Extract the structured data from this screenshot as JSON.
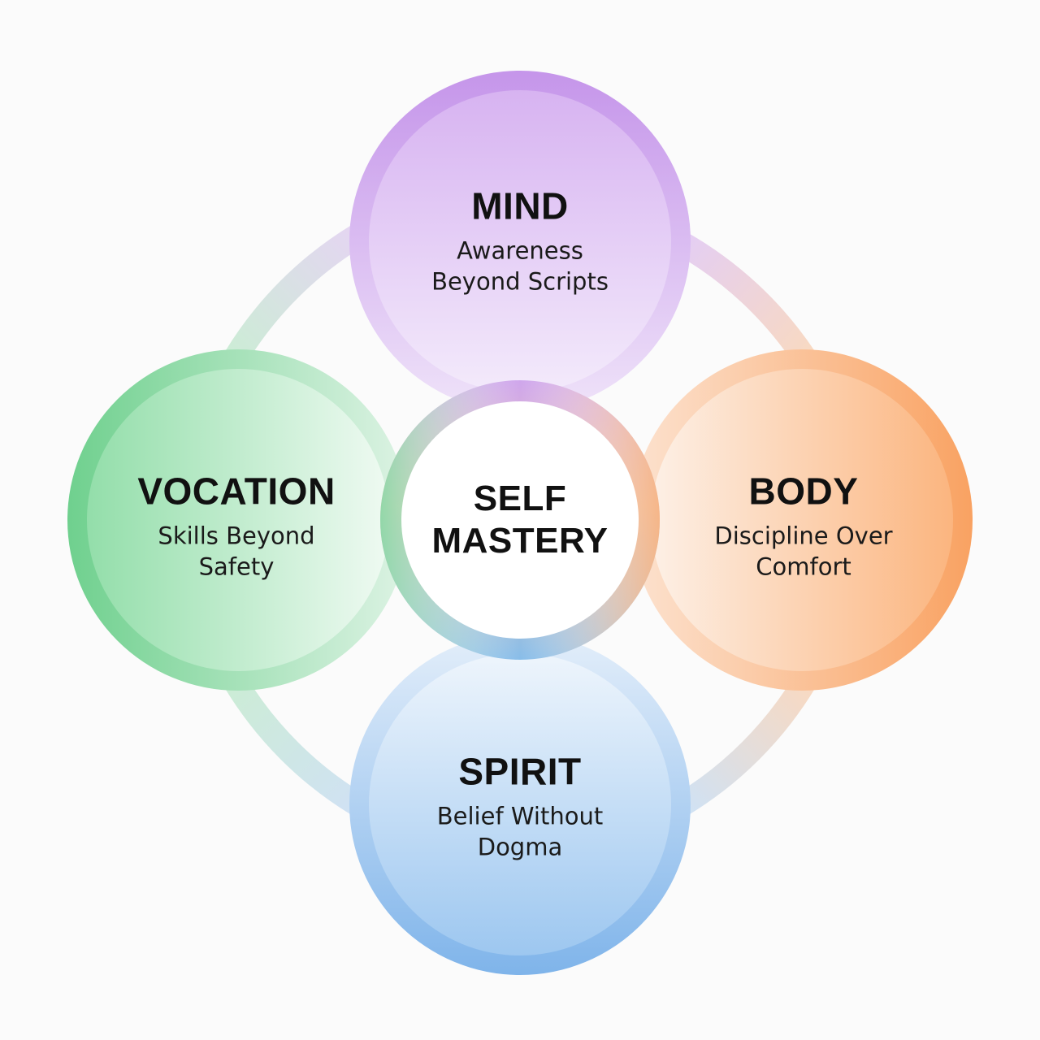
{
  "center": {
    "line1": "SELF",
    "line2": "MASTERY"
  },
  "nodes": {
    "mind": {
      "title": "MIND",
      "line1": "Awareness",
      "line2": "Beyond Scripts",
      "color": "#c99ae8"
    },
    "body": {
      "title": "BODY",
      "line1": "Discipline Over",
      "line2": "Comfort",
      "color": "#f9a66a"
    },
    "spirit": {
      "title": "SPIRIT",
      "line1": "Belief Without",
      "line2": "Dogma",
      "color": "#86b8ea"
    },
    "vocation": {
      "title": "VOCATION",
      "line1": "Skills Beyond",
      "line2": "Safety",
      "color": "#72d494"
    }
  }
}
